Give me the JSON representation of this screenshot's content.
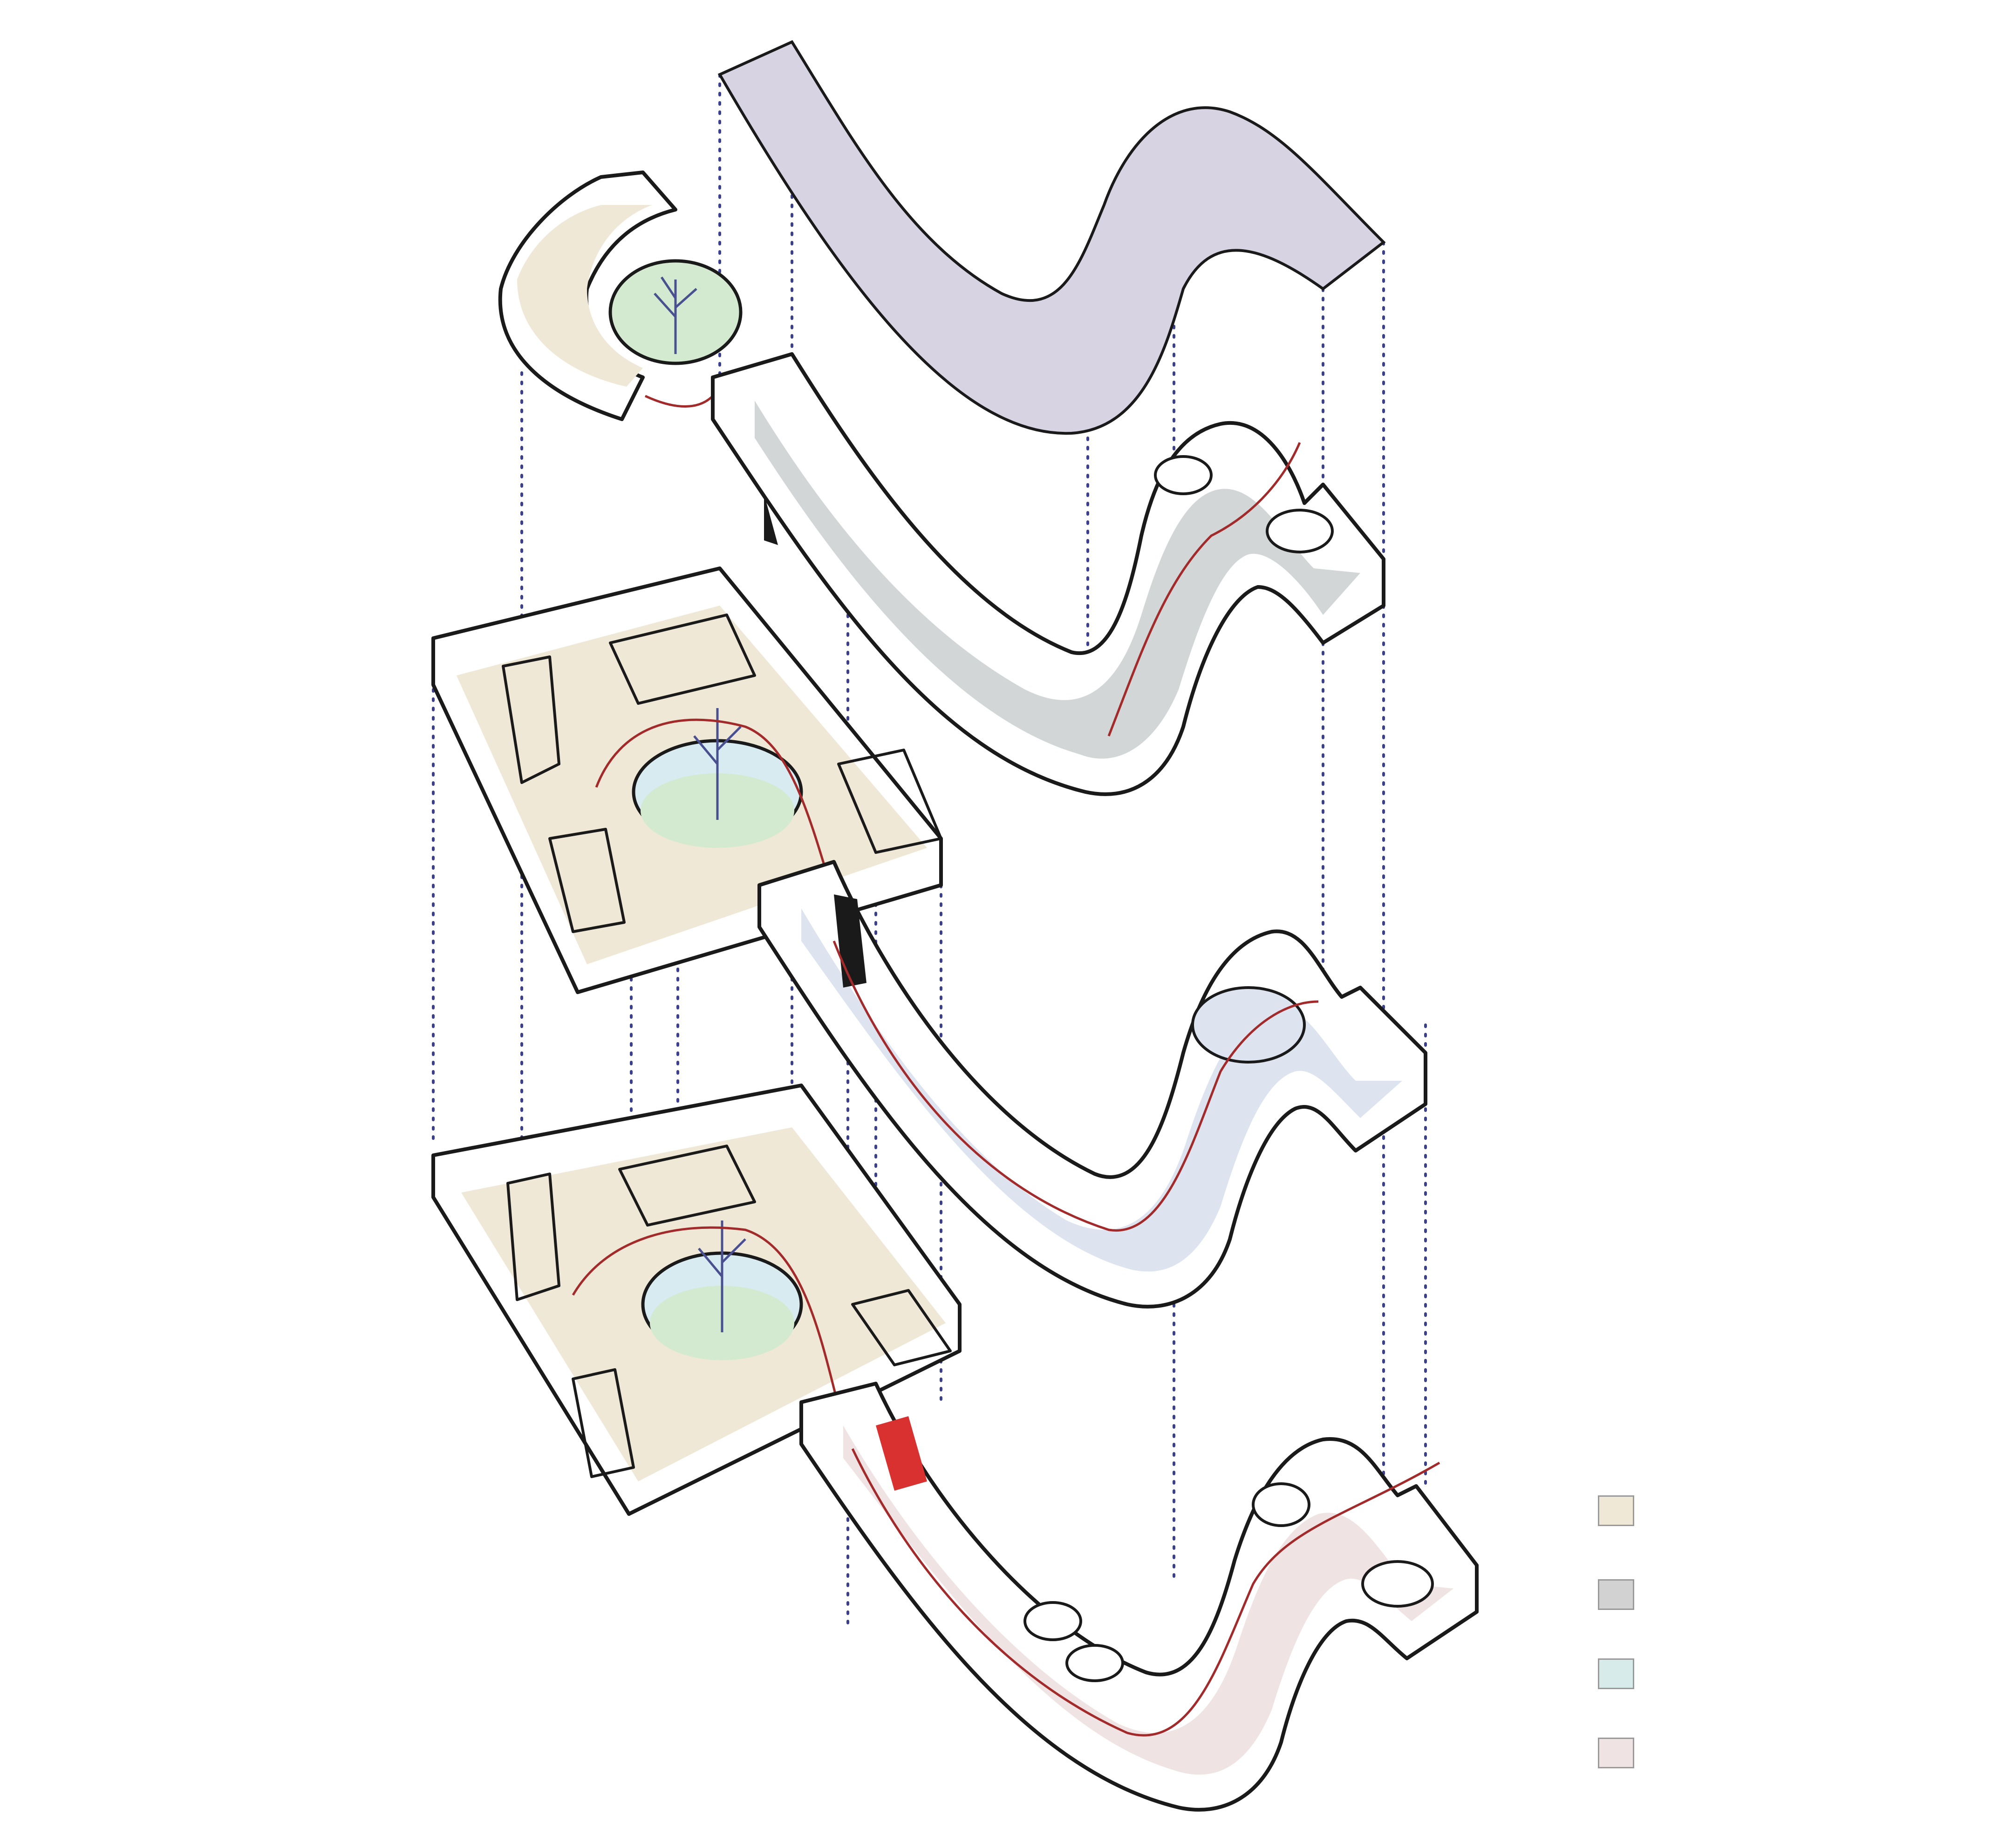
{
  "diagram": {
    "colors": {
      "roof": "#d7d3e2",
      "beige_zone": "#f0e8d6",
      "gray_zone": "#d2d6d6",
      "teal_zone": "#d6ebea",
      "pink_zone": "#f0e3e3",
      "blue_corridor": "#dde4ef",
      "courtyard_green": "#d4ead0",
      "courtyard_glass": "#d8ebf0",
      "route_red": "#a32a2a",
      "guide_lines": "#3a3f8f",
      "walls": "#1a1a1a"
    },
    "levels": [
      {
        "id": "roof",
        "fill": "roof"
      },
      {
        "id": "upper-floor",
        "fill": "gray_zone"
      },
      {
        "id": "middle-floor",
        "fill": "blue_corridor"
      },
      {
        "id": "ground-floor",
        "fill": "pink_zone"
      }
    ]
  },
  "legend": {
    "items": [
      {
        "color": "#f0e8d6",
        "label": ""
      },
      {
        "color": "#d2d2d2",
        "label": ""
      },
      {
        "color": "#d6ebea",
        "label": ""
      },
      {
        "color": "#f0e3e3",
        "label": ""
      }
    ]
  }
}
